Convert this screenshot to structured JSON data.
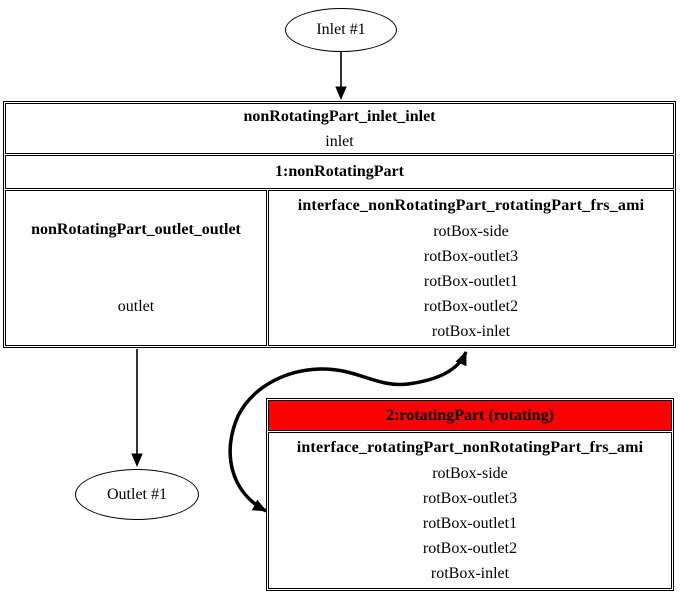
{
  "diagram": {
    "terminals": {
      "inlet": {
        "label": "Inlet #1"
      },
      "outlet": {
        "label": "Outlet #1"
      }
    },
    "non_rotating_part": {
      "inlet_port": {
        "title": "nonRotatingPart_inlet_inlet",
        "subtitle": "inlet"
      },
      "title": "1:nonRotatingPart",
      "outlet_port": {
        "title": "nonRotatingPart_outlet_outlet",
        "subtitle": "outlet"
      },
      "interface": {
        "title": "interface_nonRotatingPart_rotatingPart_frs_ami",
        "items": [
          "rotBox-side",
          "rotBox-outlet3",
          "rotBox-outlet1",
          "rotBox-outlet2",
          "rotBox-inlet"
        ]
      }
    },
    "rotating_part": {
      "title": "2:rotatingPart (rotating)",
      "header_color": "#ff0000",
      "interface": {
        "title": "interface_rotatingPart_nonRotatingPart_frs_ami",
        "items": [
          "rotBox-side",
          "rotBox-outlet3",
          "rotBox-outlet1",
          "rotBox-outlet2",
          "rotBox-inlet"
        ]
      }
    },
    "colors": {
      "edge": "#000000",
      "node_border": "#000000",
      "background": "#ffffff",
      "rotating_header_bg": "#ff0000"
    }
  }
}
